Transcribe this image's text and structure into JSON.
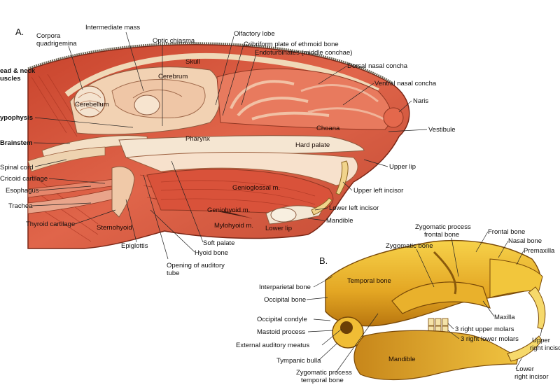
{
  "panels": {
    "a": "A.",
    "b": "B."
  },
  "head_labels": {
    "intermediate_mass": "Intermediate mass",
    "corpora_1": "Corpora",
    "corpora_2": "quadrigemina",
    "optic_chiasma": "Optic chiasma",
    "olfactory_lobe": "Olfactory lobe",
    "cribriform": "Cribriform plate of ethmoid bone",
    "endoturbinates": "Endoturbinates (middle conchae)",
    "head_neck_1": "ead & neck",
    "head_neck_2": "uscles",
    "skull": "Skull",
    "cerebrum": "Cerebrum",
    "cerebellum": "Cerebellum",
    "dorsal_concha": "Dorsal nasal concha",
    "ventral_concha": "Ventral nasal concha",
    "hypophysis": "ypophysis",
    "naris": "Naris",
    "choana": "Choana",
    "vestibule": "Vestibule",
    "brainstem": "Brainstem",
    "pharynx": "Pharynx",
    "hard_palate": "Hard palate",
    "spinal_cord": "Spinal cord",
    "upper_lip": "Upper lip",
    "cricoid": "Cricoid cartilage",
    "genioglossal": "Genioglossal m.",
    "esophagus": "Esophagus",
    "upper_left_incisor": "Upper left incisor",
    "trachea": "Trachea",
    "geniohyoid": "Geniohyoid m.",
    "lower_left_incisor": "Lower left incisor",
    "thyroid": "Thyroid cartilage",
    "sternohyoid": "Sternohyoid",
    "mylohyoid": "Mylohyoid m.",
    "mandible": "Mandible",
    "lower_lip": "Lower lip",
    "epiglottis": "Epiglottis",
    "soft_palate": "Soft palate",
    "hyoid": "Hyoid bone",
    "auditory_1": "Opening of auditory",
    "auditory_2": "tube"
  },
  "skull_labels": {
    "zygo_frontal_1": "Zygomatic process",
    "zygo_frontal_2": "frontal bone",
    "frontal_bone": "Frontal bone",
    "zygomatic_bone": "Zygomatic bone",
    "nasal_bone": "Nasal bone",
    "premaxilla": "Premaxilla",
    "interparietal": "Interparietal bone",
    "temporal_bone": "Temporal bone",
    "occipital_bone": "Occipital bone",
    "maxilla": "Maxilla",
    "occipital_condyle": "Occipital condyle",
    "upper_molars": "3 right upper molars",
    "mastoid": "Mastoid process",
    "lower_molars": "3 right lower molars",
    "upper_incisor_1": "Upper",
    "upper_incisor_2": "right incisor",
    "ext_auditory": "External auditory meatus",
    "mandible": "Mandible",
    "tympanic": "Tympanic bulla",
    "lower_incisor_1": "Lower",
    "lower_incisor_2": "right incisor",
    "zygo_temporal_1": "Zygomatic process",
    "zygo_temporal_2": "temporal bone"
  },
  "colors": {
    "muscle": "#d9563d",
    "muscle_dark": "#b23a26",
    "tissue_light": "#f2d2b3",
    "bone_yellow": "#e8b02a",
    "bone_dark": "#a86c10"
  }
}
